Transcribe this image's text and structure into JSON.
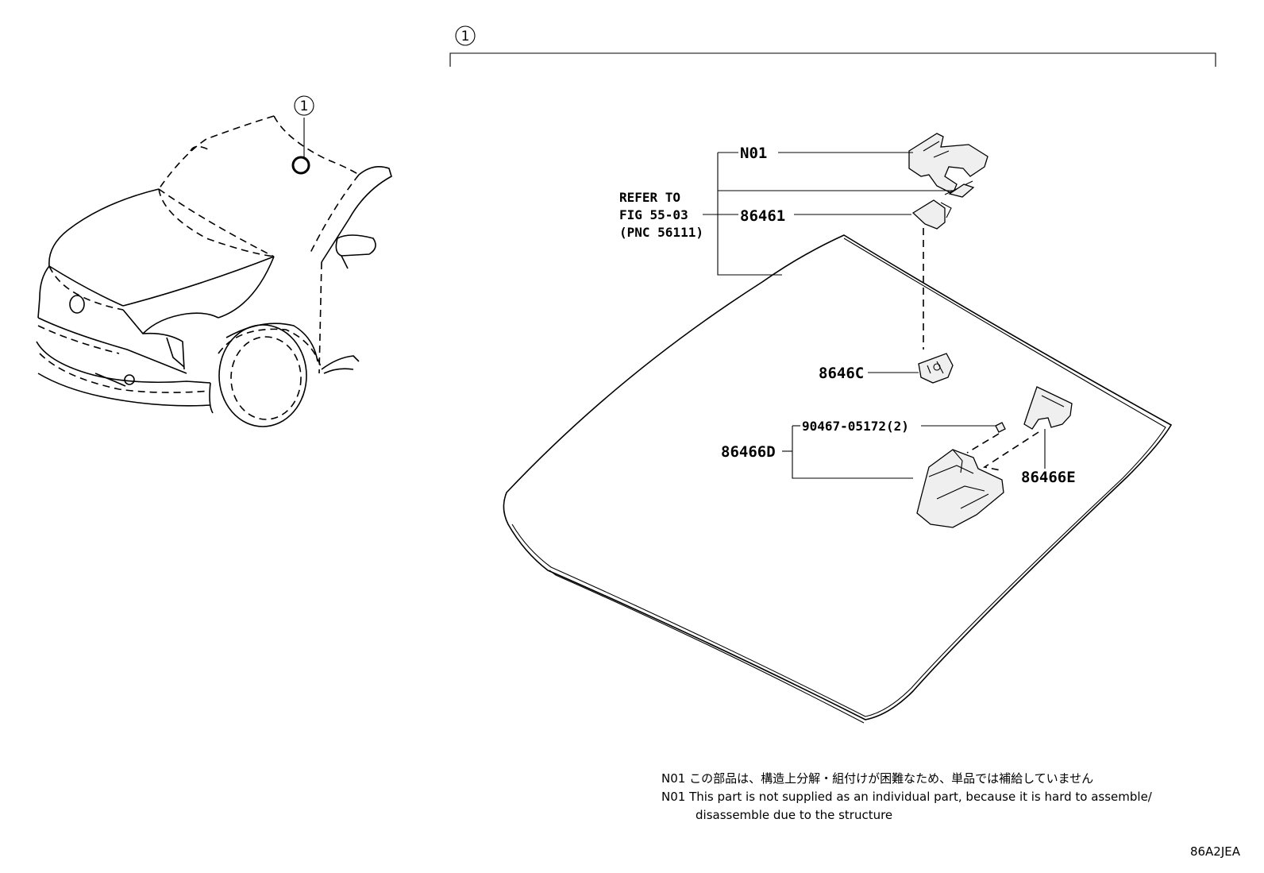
{
  "callouts": {
    "top_marker": "1",
    "vehicle_marker": "1"
  },
  "labels": {
    "n01": "N01",
    "p86461": "86461",
    "p8646c": "8646C",
    "p90467": "90467-05172(2)",
    "p86466d": "86466D",
    "p86466e": "86466E",
    "refer_line1": "REFER TO",
    "refer_line2": "FIG 55-03",
    "refer_line3": "(PNC 56111)"
  },
  "notes": {
    "jp": "N01 この部品は、構造上分解・組付けが困難なため、単品では補給していません",
    "en_line1": "N01 This part is not supplied as an individual part, because it is hard to assemble/",
    "en_line2": "disassemble due to the structure"
  },
  "figure_id": "86A2JEA",
  "icons": [
    "callout-circle-icon"
  ]
}
